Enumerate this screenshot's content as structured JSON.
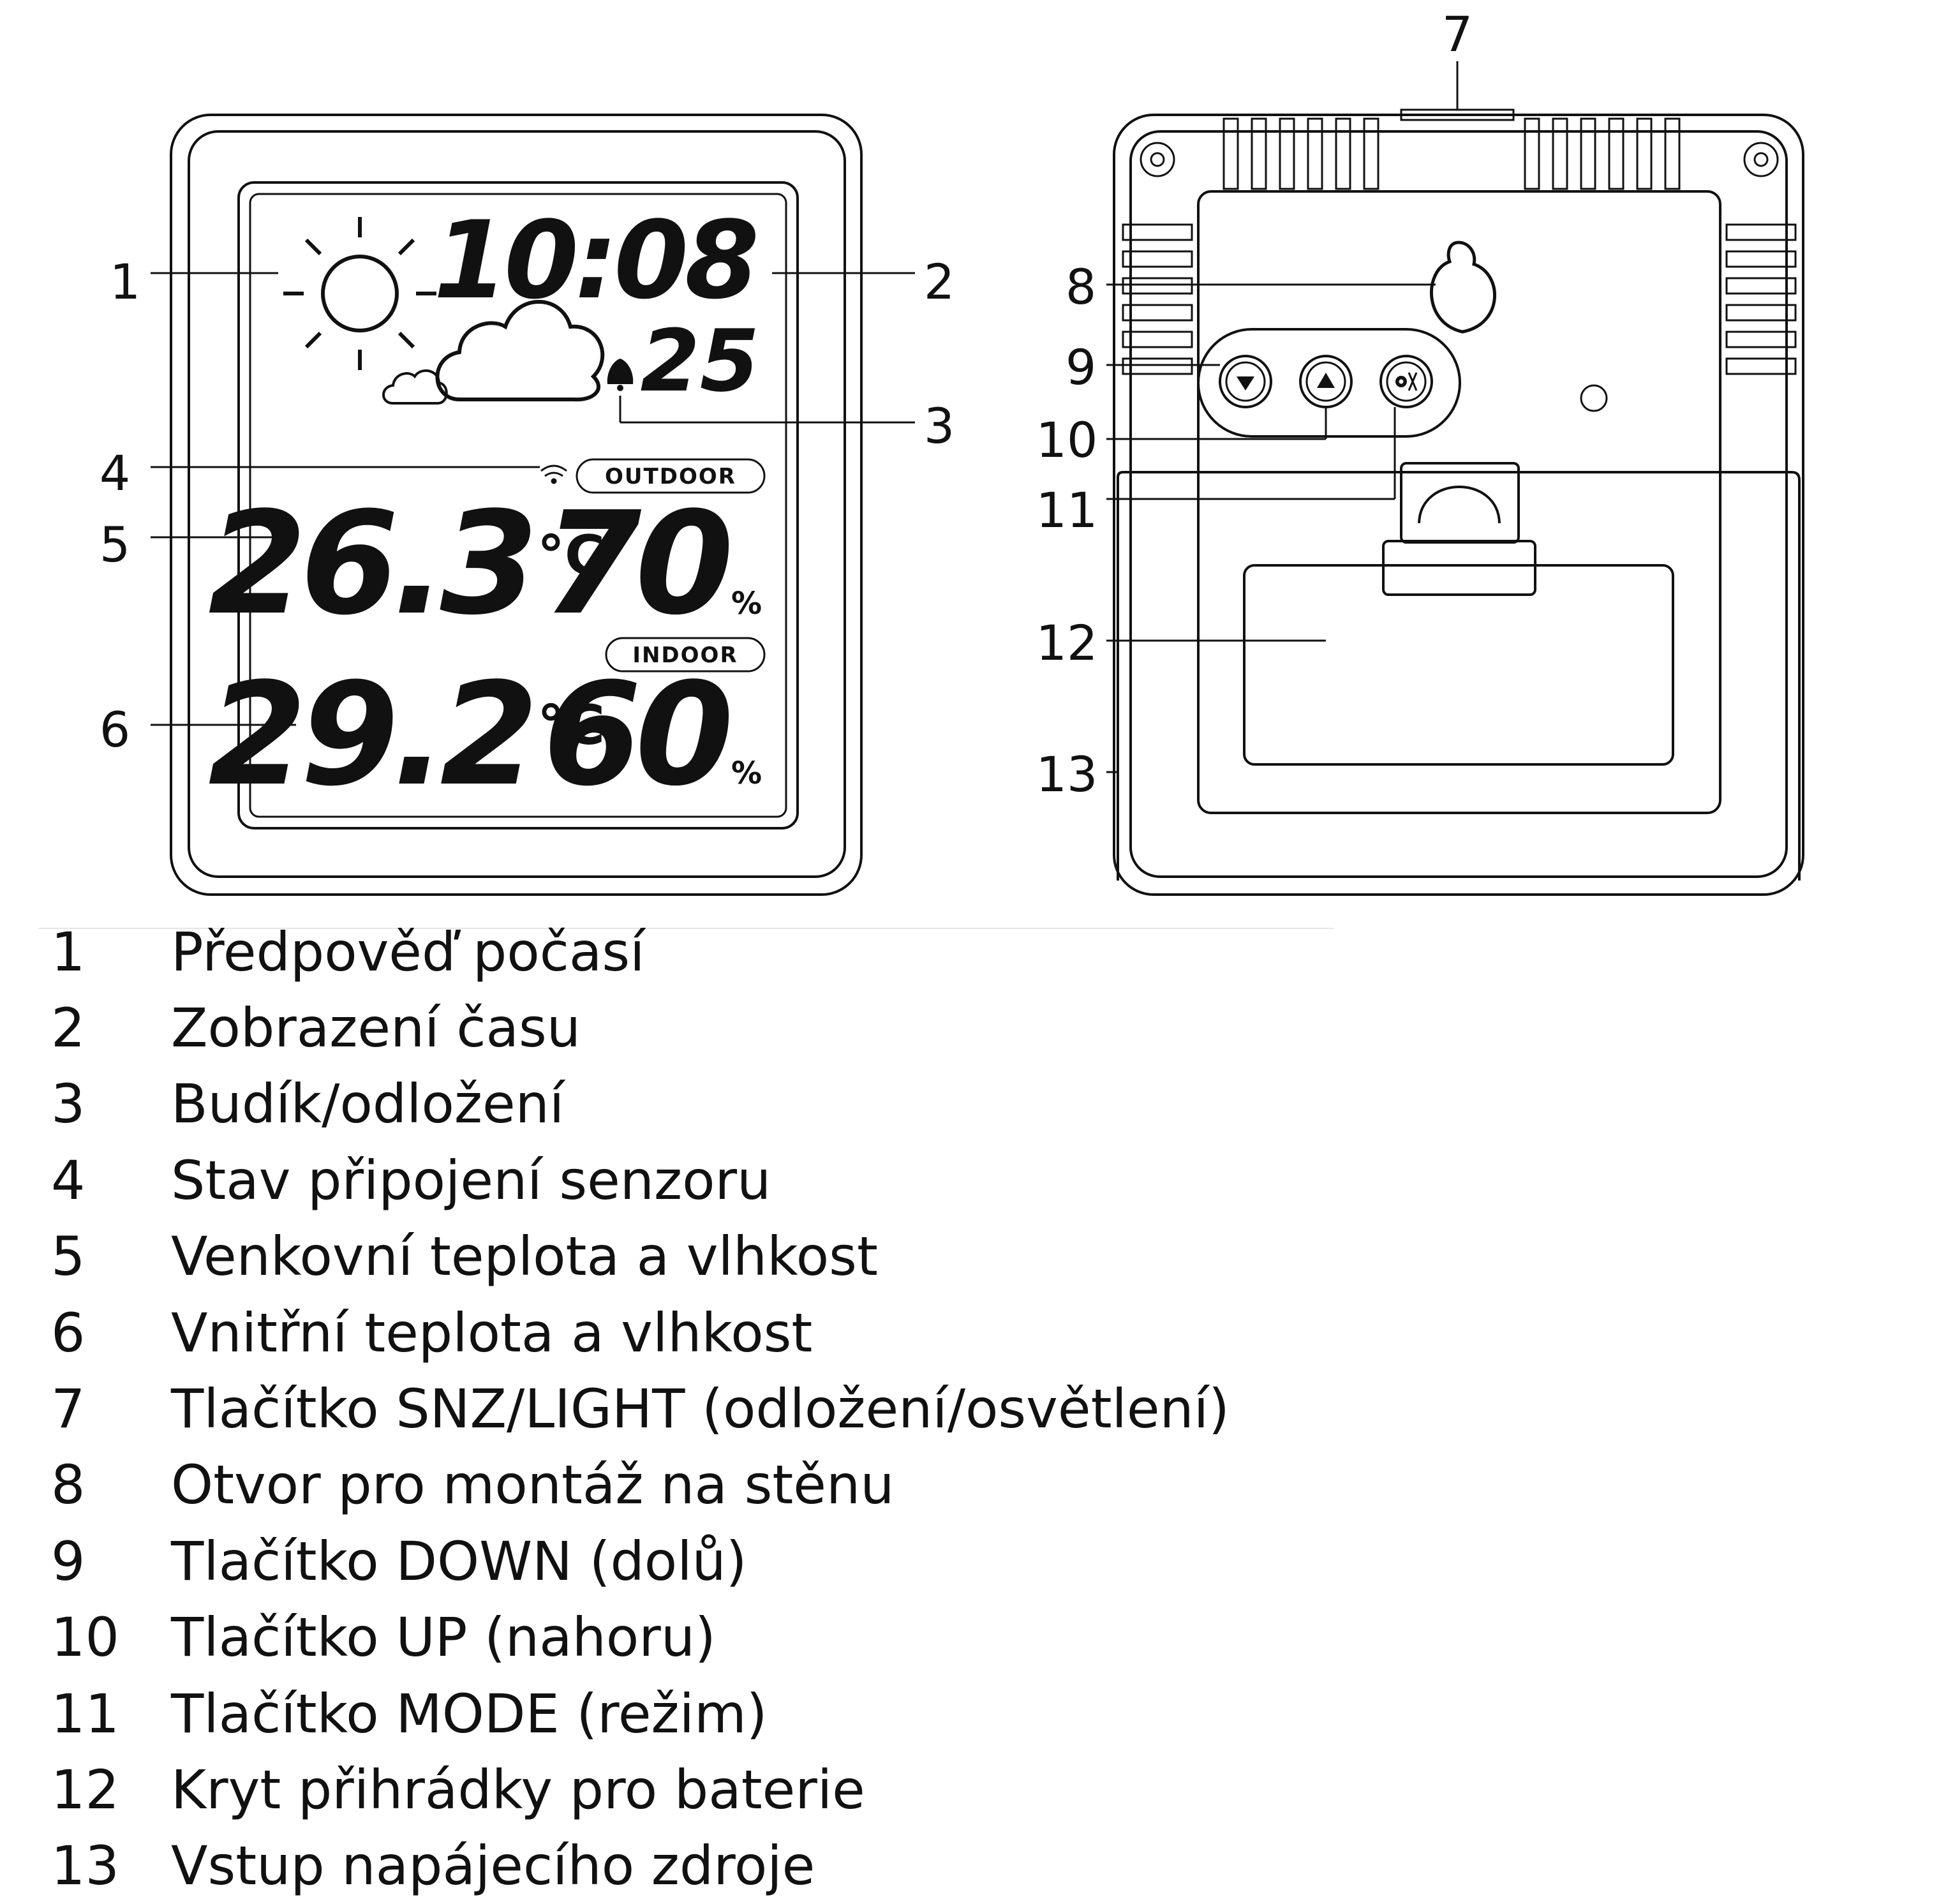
{
  "front_display": {
    "time": "10:08",
    "date": "25",
    "outdoor_label": "OUTDOOR",
    "indoor_label": "INDOOR",
    "outdoor_temp": "26.3",
    "outdoor_humidity": "70",
    "indoor_temp": "29.2",
    "indoor_humidity": "60",
    "temp_unit": "°C",
    "humidity_unit": "%"
  },
  "callouts": [
    "1",
    "2",
    "3",
    "4",
    "5",
    "6",
    "7",
    "8",
    "9",
    "10",
    "11",
    "12",
    "13"
  ],
  "legend": [
    {
      "num": "1",
      "label": "Předpověď počasí"
    },
    {
      "num": "2",
      "label": "Zobrazení času"
    },
    {
      "num": "3",
      "label": "Budík/odložení"
    },
    {
      "num": "4",
      "label": "Stav připojení senzoru"
    },
    {
      "num": "5",
      "label": "Venkovní teplota a vlhkost"
    },
    {
      "num": "6",
      "label": "Vnitřní teplota a vlhkost"
    },
    {
      "num": "7",
      "label": "Tlačítko SNZ/LIGHT (odložení/osvětlení)"
    },
    {
      "num": "8",
      "label": "Otvor pro montáž na stěnu"
    },
    {
      "num": "9",
      "label": "Tlačítko DOWN (dolů)"
    },
    {
      "num": "10",
      "label": "Tlačítko UP (nahoru)"
    },
    {
      "num": "11",
      "label": "Tlačítko MODE (režim)"
    },
    {
      "num": "12",
      "label": "Kryt přihrádky pro baterie"
    },
    {
      "num": "13",
      "label": "Vstup napájecího zdroje"
    }
  ],
  "icons": [
    "sun-icon",
    "cloud-icon",
    "small-cloud-icon",
    "bell-icon",
    "signal-icon",
    "down-arrow-icon",
    "up-arrow-icon",
    "mode-gear-icon",
    "wall-mount-hole-icon"
  ]
}
